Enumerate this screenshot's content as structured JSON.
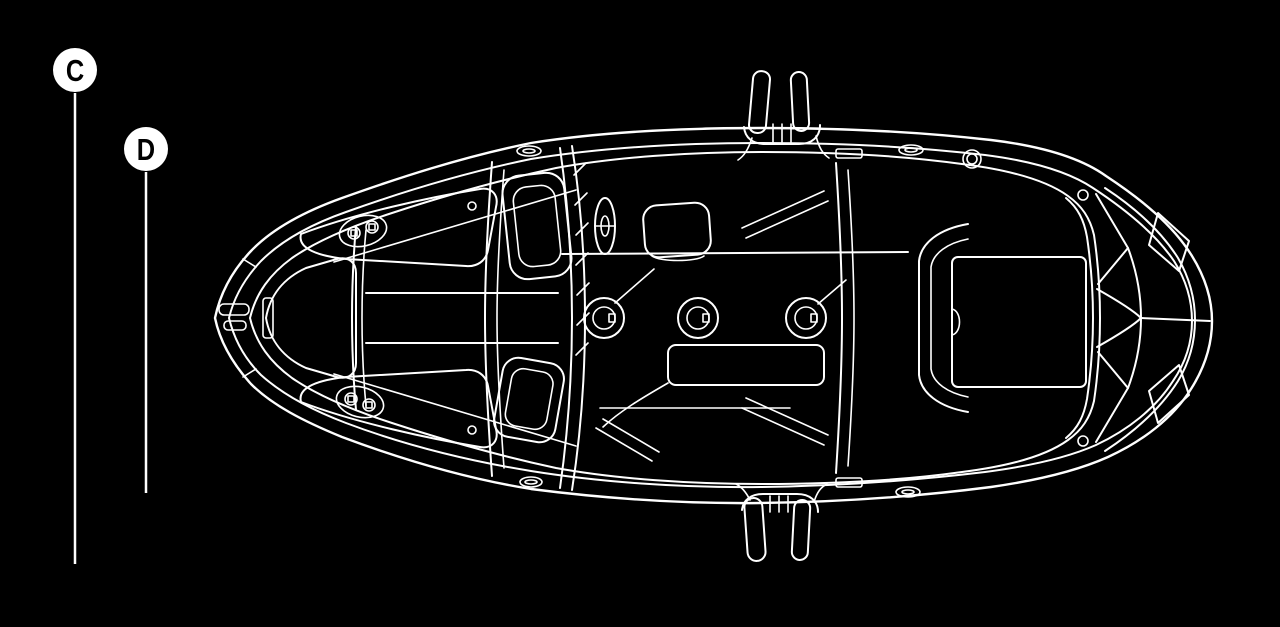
{
  "diagram": {
    "subject": "boat-top-view-line-drawing",
    "background_color": "#000000",
    "line_color": "#ffffff",
    "callouts": [
      {
        "id": "C",
        "label": "C"
      },
      {
        "id": "D",
        "label": "D"
      }
    ]
  }
}
